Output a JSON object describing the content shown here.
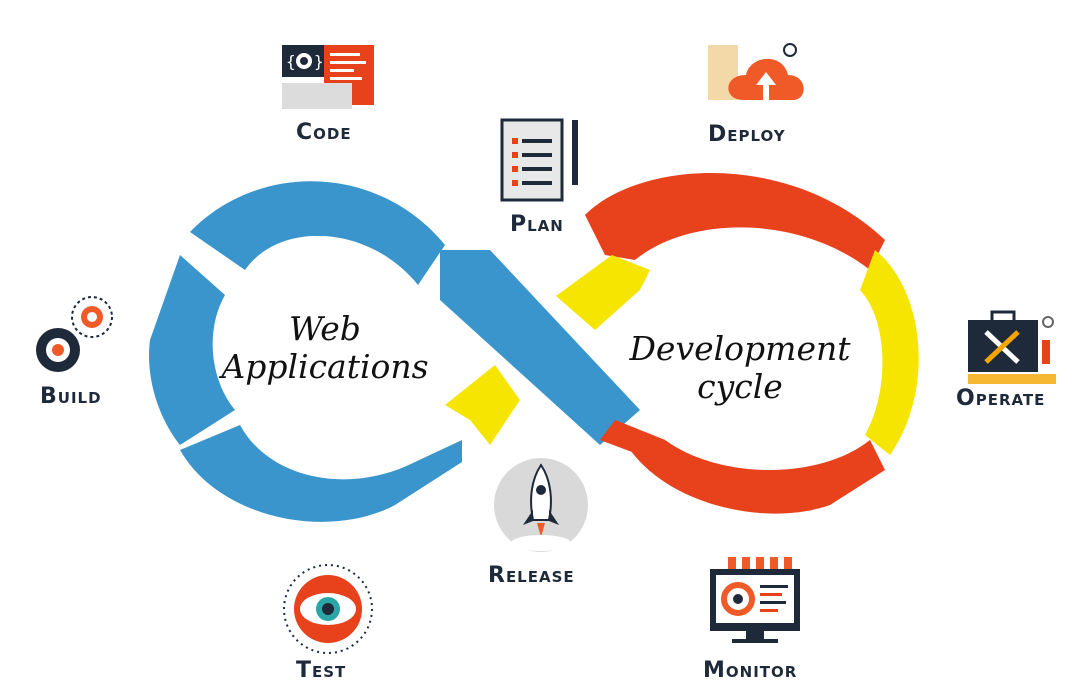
{
  "left_loop": {
    "line1": "Web",
    "line2": "Applications"
  },
  "right_loop": {
    "line1": "Development",
    "line2": "cycle"
  },
  "stages": {
    "code": "Code",
    "plan": "Plan",
    "deploy": "Deploy",
    "build": "Build",
    "operate": "Operate",
    "test": "Test",
    "release": "Release",
    "monitor": "Monitor"
  },
  "colors": {
    "blue": "#3a95cc",
    "red": "#e8421d",
    "yellow": "#f6e500",
    "navy": "#1e2a3a",
    "orange": "#f05a28"
  }
}
